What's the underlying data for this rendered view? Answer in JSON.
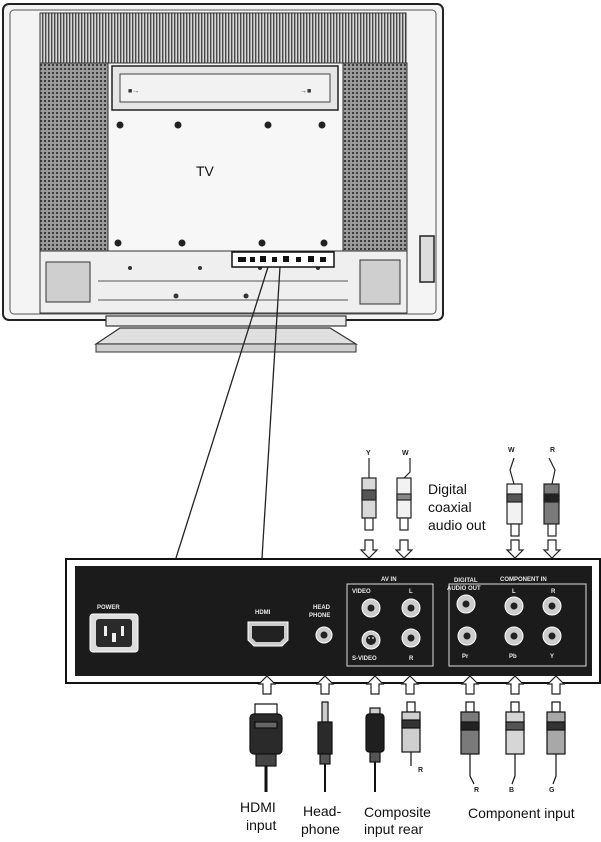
{
  "tv_label": "TV",
  "digital_out_caption": [
    "Digital",
    "coaxial",
    "audio out"
  ],
  "panel": {
    "power": "POWER",
    "hdmi": "HDMI",
    "headphone": [
      "HEAD",
      "PHONE"
    ],
    "av_in": "AV IN",
    "video": "VIDEO",
    "svideo": "S-VIDEO",
    "av_l": "L",
    "av_r": "R",
    "digital_audio_out": [
      "DIGITAL",
      "AUDIO OUT"
    ],
    "component_in": "COMPONENT IN",
    "comp_l": "L",
    "comp_r": "R",
    "pr": "Pr",
    "pb": "Pb",
    "y": "Y"
  },
  "top_cable_labels": {
    "y": "Y",
    "w1": "W",
    "w2": "W",
    "r": "R"
  },
  "bottom_cable_labels": {
    "composite_r": "R",
    "comp_r": "R",
    "comp_b": "B",
    "comp_g": "G"
  },
  "captions": {
    "hdmi": [
      "HDMI",
      "input"
    ],
    "headphone": [
      "Head-",
      "phone"
    ],
    "composite": [
      "Composite",
      "input rear"
    ],
    "component": "Component input"
  }
}
